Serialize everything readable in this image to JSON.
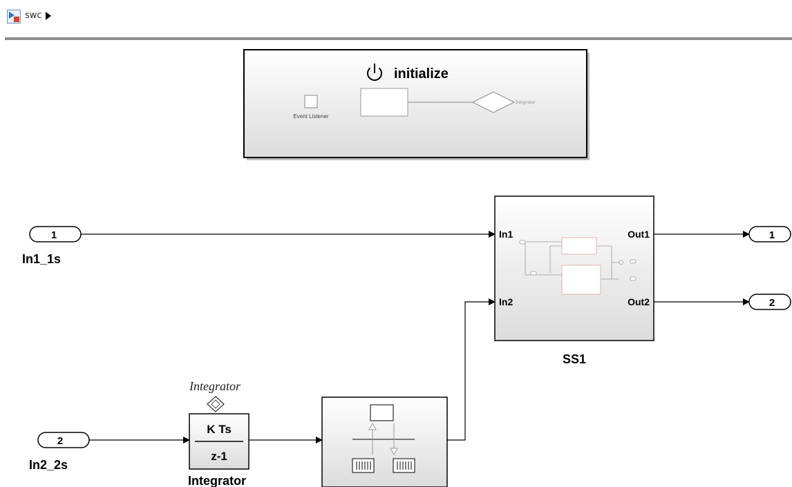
{
  "breadcrumb": {
    "model": "swc"
  },
  "init_block": {
    "title": "initialize",
    "event_listener": "Event Listener",
    "integrator_tag": "Integrator"
  },
  "inports": [
    {
      "number": "1",
      "name": "In1_1s"
    },
    {
      "number": "2",
      "name": "In2_2s"
    }
  ],
  "outports": [
    {
      "number": "1"
    },
    {
      "number": "2"
    }
  ],
  "subsystem": {
    "name": "SS1",
    "in1": "In1",
    "in2": "In2",
    "out1": "Out1",
    "out2": "Out2"
  },
  "integrator": {
    "name": "Integrator",
    "tag": "Integrator",
    "numerator": "K Ts",
    "denominator": "z-1"
  }
}
